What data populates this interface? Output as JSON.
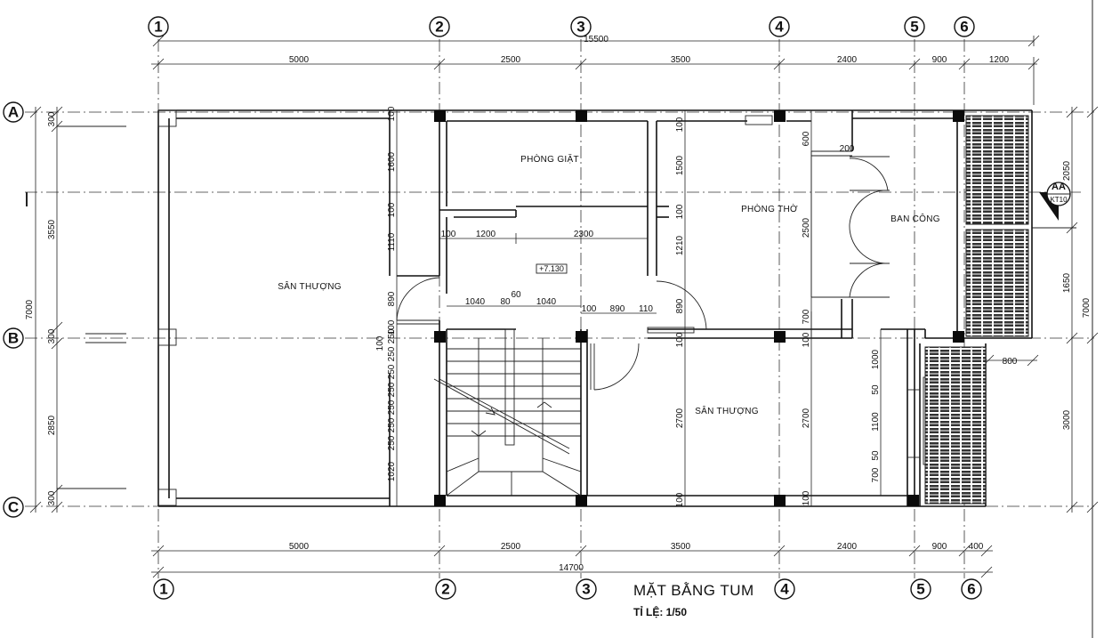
{
  "drawing": {
    "title": "MẶT BẰNG TUM",
    "scale": "TỈ LỆ: 1/50"
  },
  "grid": {
    "columns": [
      "1",
      "2",
      "3",
      "4",
      "5",
      "6"
    ],
    "rows": [
      "A",
      "B",
      "C"
    ]
  },
  "dimensions": {
    "top_total": "15500",
    "top_spans": [
      "5000",
      "2500",
      "3500",
      "2400",
      "900",
      "1200"
    ],
    "bottom_total": "14700",
    "bottom_spans": [
      "5000",
      "2500",
      "3500",
      "2400",
      "900",
      "400"
    ],
    "left_total": "7000",
    "left_spans": [
      "300",
      "3550",
      "300",
      "2850",
      "300"
    ],
    "right_total": "7000",
    "right_spans": [
      "2050",
      "1650",
      "800",
      "3000"
    ],
    "interior_row1": [
      "100",
      "1200",
      "2300"
    ],
    "interior_row2": [
      "1040",
      "80",
      "60",
      "1040",
      "100",
      "890",
      "110"
    ],
    "left_inner": [
      "100",
      "1600",
      "100",
      "1110",
      "890",
      "100",
      "100",
      "250",
      "250",
      "250",
      "250",
      "250",
      "250",
      "250",
      "1020"
    ],
    "mid_vertical": [
      "100",
      "1500",
      "100",
      "1210",
      "890",
      "100",
      "2700",
      "100"
    ],
    "right_vertical": [
      "600",
      "200",
      "2500",
      "700",
      "100",
      "2700",
      "100"
    ],
    "col5_vertical": [
      "1000",
      "50",
      "1100",
      "50",
      "700"
    ]
  },
  "rooms": {
    "san_thuong_left": "SÂN THƯỢNG",
    "phong_giat": "PHÒNG GIẶT",
    "phong_tho": "PHÒNG THỜ",
    "ban_cong": "BAN CÔNG",
    "san_thuong_right": "SÂN THƯỢNG"
  },
  "level_mark": "+7.130",
  "section": {
    "id": "AA",
    "sheet": "KT10"
  }
}
